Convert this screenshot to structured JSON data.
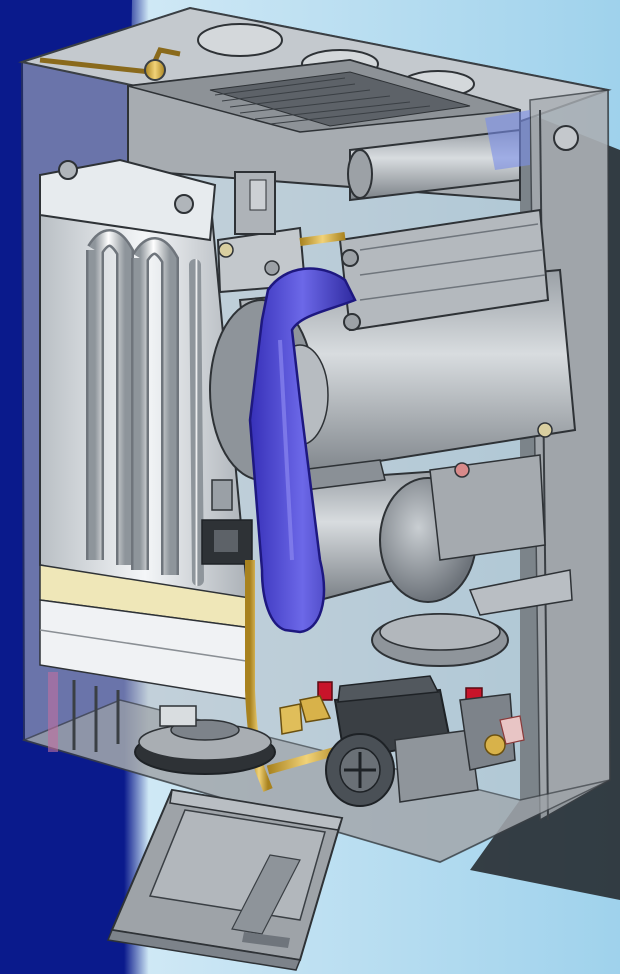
{
  "scene": {
    "subject": "boiler-cutaway-render",
    "colors": {
      "frame_navy": "#0a1a8c",
      "panel_light": "#eef6fb",
      "panel_blue": "#9ed4ec",
      "casing_grey": "#b9bec4",
      "casing_dark": "#6f757c",
      "flue_blue": "#5a56d8",
      "pipe_brass": "#d8b24a",
      "valve_red": "#c8142a",
      "exchanger_silver": "#dde2e6",
      "insulation_cream": "#efe7b8",
      "shadow": "#1e2226"
    },
    "components": [
      {
        "id": "casing",
        "icon": "box-outline-icon"
      },
      {
        "id": "heat-exchanger",
        "icon": "radiator-icon"
      },
      {
        "id": "fan",
        "icon": "fan-icon"
      },
      {
        "id": "flue-duct",
        "icon": "duct-icon"
      },
      {
        "id": "burner",
        "icon": "cylinder-icon"
      },
      {
        "id": "pump",
        "icon": "pump-icon"
      },
      {
        "id": "gas-valve",
        "icon": "valve-icon"
      },
      {
        "id": "expansion-vessel",
        "icon": "disc-icon"
      },
      {
        "id": "control-panel",
        "icon": "panel-icon"
      }
    ]
  }
}
